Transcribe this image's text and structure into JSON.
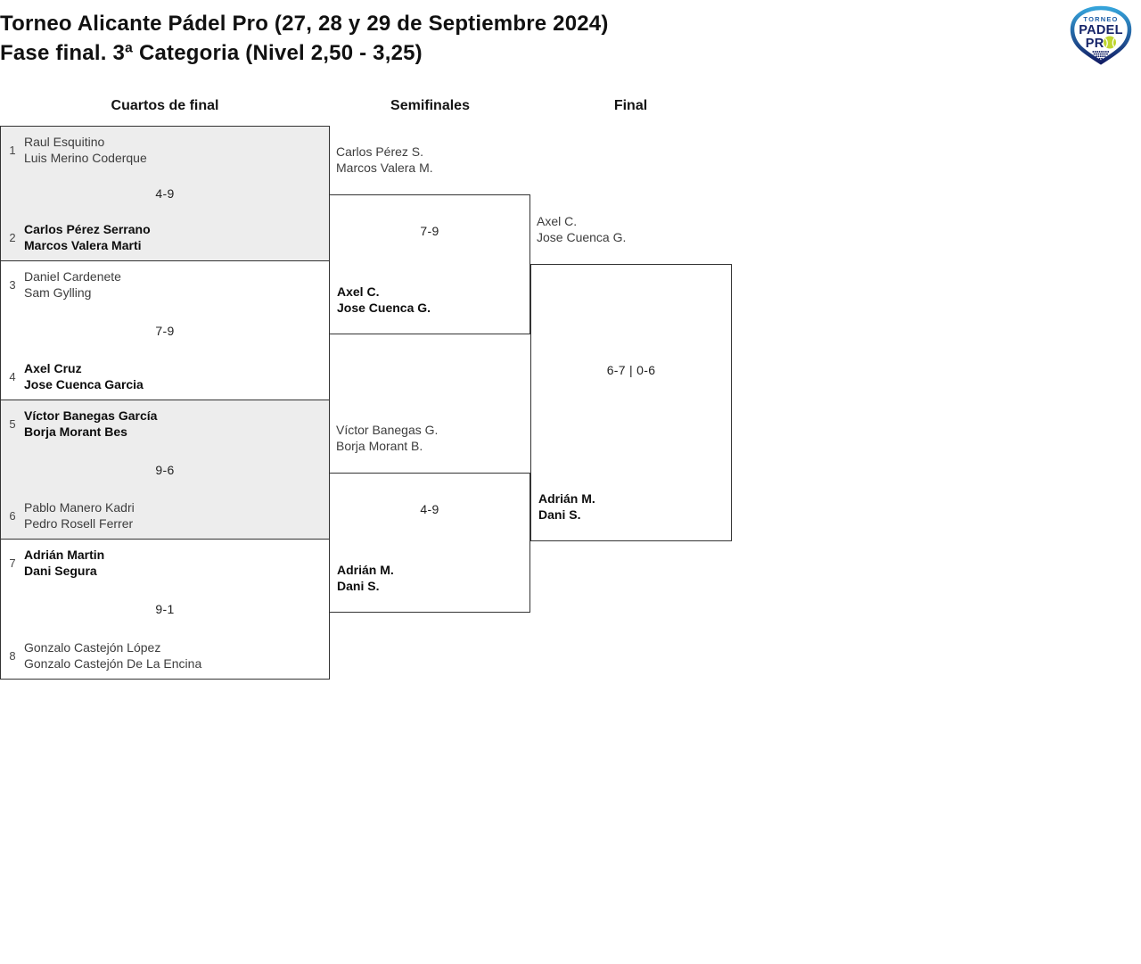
{
  "header": {
    "title_line1": "Torneo Alicante Pádel Pro (27, 28 y 29 de Septiembre 2024)",
    "title_line2": "Fase final. 3ª Categoria (Nivel 2,50 - 3,25)"
  },
  "logo": {
    "line1": "TORNEO",
    "line2": "PADEL",
    "line3": "PR"
  },
  "colors": {
    "shaded_block_bg": "#EDEDED",
    "bracket_border": "#333333",
    "winner_text": "#0D0D0D",
    "regular_text": "#3D3D3D",
    "logo_navy": "#162469",
    "logo_blue": "#2E9FD6",
    "logo_ball_green": "#C0D62F"
  },
  "bracket": {
    "rounds": [
      {
        "label": "Cuartos de final"
      },
      {
        "label": "Semifinales"
      },
      {
        "label": "Final"
      }
    ],
    "quarterfinals": [
      {
        "seed_top": "1",
        "team_top": [
          "Raul Esquitino",
          "Luis Merino Coderque"
        ],
        "top_winner": false,
        "score": "4-9",
        "seed_bottom": "2",
        "team_bottom": [
          "Carlos Pérez Serrano",
          "Marcos Valera Marti"
        ],
        "bottom_winner": true
      },
      {
        "seed_top": "3",
        "team_top": [
          "Daniel Cardenete",
          "Sam Gylling"
        ],
        "top_winner": false,
        "score": "7-9",
        "seed_bottom": "4",
        "team_bottom": [
          "Axel Cruz",
          "Jose Cuenca Garcia"
        ],
        "bottom_winner": true
      },
      {
        "seed_top": "5",
        "team_top": [
          "Víctor Banegas García",
          "Borja Morant Bes"
        ],
        "top_winner": true,
        "score": "9-6",
        "seed_bottom": "6",
        "team_bottom": [
          "Pablo Manero Kadri",
          "Pedro Rosell Ferrer"
        ],
        "bottom_winner": false
      },
      {
        "seed_top": "7",
        "team_top": [
          "Adrián Martin",
          "Dani Segura"
        ],
        "top_winner": true,
        "score": "9-1",
        "seed_bottom": "8",
        "team_bottom": [
          "Gonzalo Castejón López",
          "Gonzalo Castejón De La Encina"
        ],
        "bottom_winner": false
      }
    ],
    "semifinals": [
      {
        "team_top": [
          "Carlos Pérez S.",
          "Marcos Valera M."
        ],
        "top_winner": false,
        "score": "7-9",
        "team_bottom": [
          "Axel C.",
          "Jose Cuenca G."
        ],
        "bottom_winner": true
      },
      {
        "team_top": [
          "Víctor Banegas G.",
          "Borja Morant B."
        ],
        "top_winner": false,
        "score": "4-9",
        "team_bottom": [
          "Adrián M.",
          "Dani S."
        ],
        "bottom_winner": true
      }
    ],
    "final": {
      "team_top": [
        "Axel C.",
        "Jose Cuenca G."
      ],
      "top_winner": false,
      "score": "6-7 | 0-6",
      "team_bottom": [
        "Adrián M.",
        "Dani S."
      ],
      "bottom_winner": true
    }
  }
}
